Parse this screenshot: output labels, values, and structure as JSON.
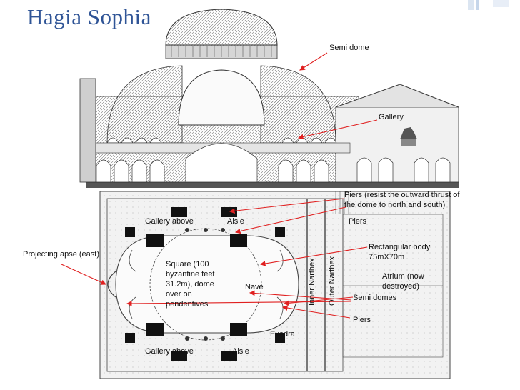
{
  "slide": {
    "title": "Hagia Sophia",
    "accent": "#2f5496",
    "arrow_color": "#e02020"
  },
  "labels": {
    "semi_dome_top": "Semi dome",
    "gallery_top": "Gallery",
    "piers_resist": "Piers (resist the outward thrust of the dome to north and south)",
    "piers_1": "Piers",
    "gallery_above_top": "Gallery above",
    "aisle_top": "Aisle",
    "rect_body": "Rectangular body 75mX70m",
    "projecting_apse": "Projecting apse (east)",
    "square_dome": "Square (100 byzantine feet 31.2m), dome over on pendentives",
    "nave": "Nave",
    "inner_narthex": "Inner Narthex",
    "outer_narthex": "Outer Narthex",
    "atrium": "Atrium (now destroyed)",
    "semi_domes": "Semi domes",
    "piers_2": "Piers",
    "exedra": "Exedra",
    "gallery_above_bottom": "Gallery above",
    "aisle_bottom": "Aisle"
  }
}
